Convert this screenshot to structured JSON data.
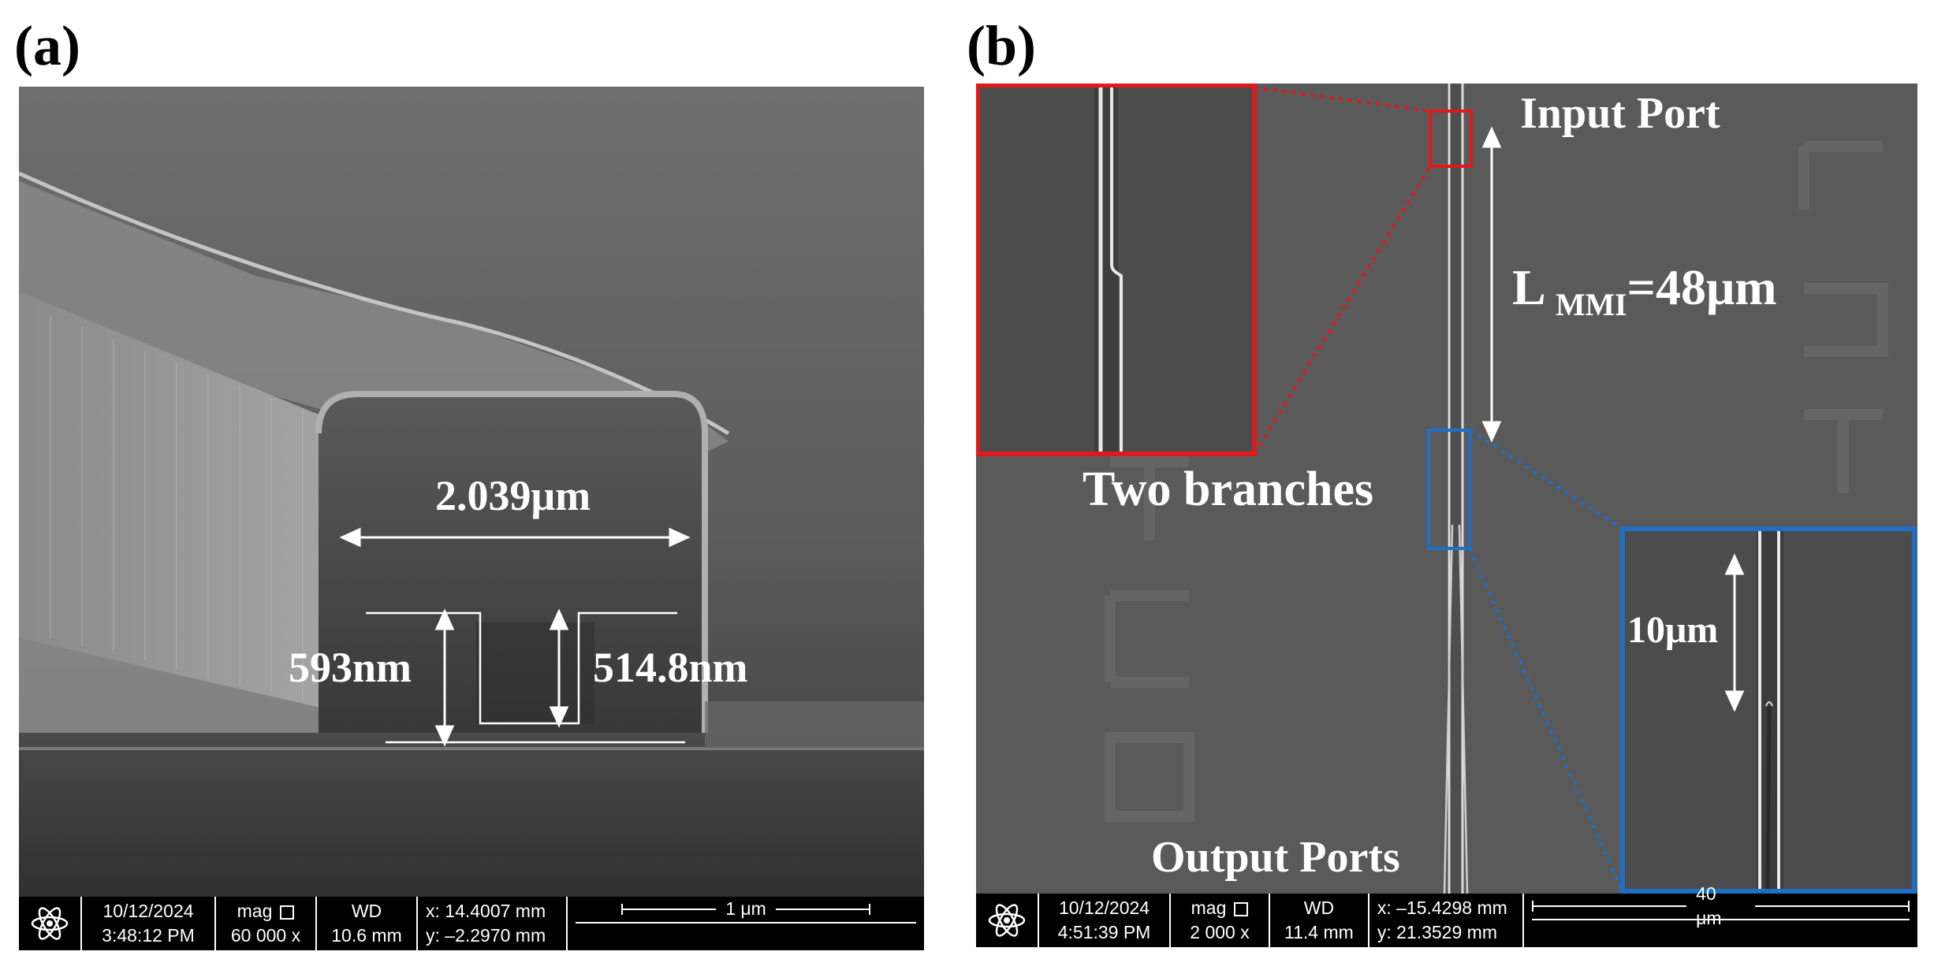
{
  "panel_a": {
    "letter": "(a)",
    "width_label": "2.039μm",
    "depth_left_label": "593nm",
    "depth_right_label": "514.8nm",
    "databar": {
      "date": "10/12/2024",
      "time": "3:48:12 PM",
      "mag_label": "mag",
      "mag_value": "60 000 x",
      "wd_label": "WD",
      "wd_value": "10.6 mm",
      "x_coord": "x: 14.4007 mm",
      "y_coord": "y: –2.2970 mm",
      "scale_label": "1 μm"
    }
  },
  "panel_b": {
    "letter": "(b)",
    "input_port_label": "Input Port",
    "lmmi_prefix": "L",
    "lmmi_sub": "MMI",
    "lmmi_value": "=48μm",
    "two_branches_label": "Two branches",
    "output_ports_label": "Output Ports",
    "inset_length_label": "10μm",
    "databar": {
      "date": "10/12/2024",
      "time": "4:51:39 PM",
      "mag_label": "mag",
      "mag_value": "2 000 x",
      "wd_label": "WD",
      "wd_value": "11.4 mm",
      "x_coord": "x: –15.4298 mm",
      "y_coord": "y: 21.3529 mm",
      "scale_label": "40 μm"
    }
  },
  "colors": {
    "inset_top_frame": "#e0191c",
    "inset_bottom_frame": "#1f6fc4",
    "annotation": "#ffffff"
  }
}
